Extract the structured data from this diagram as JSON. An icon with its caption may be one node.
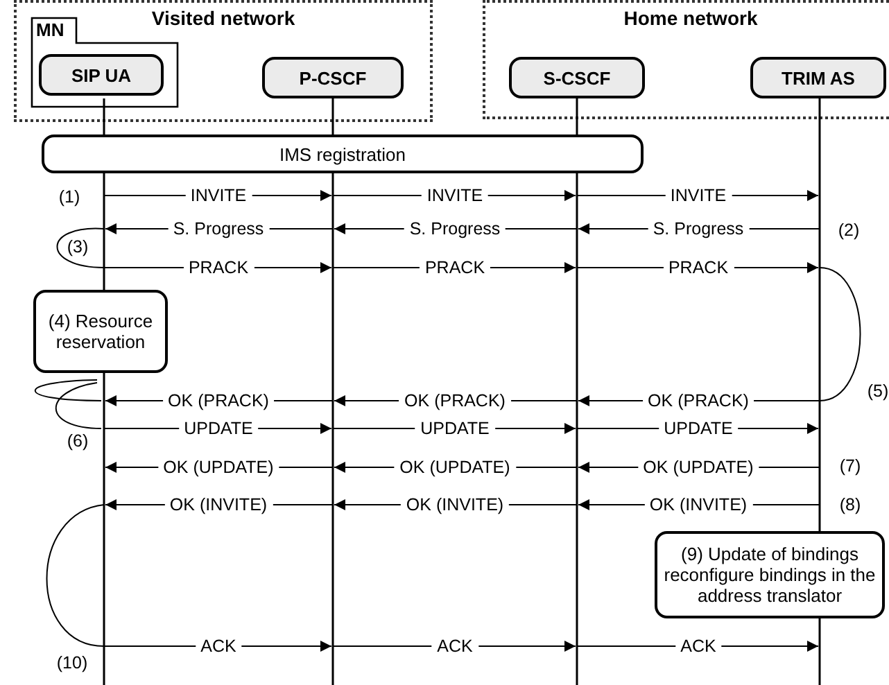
{
  "diagram": {
    "nodes": [
      {
        "text": [
          "Visited network"
        ]
      },
      {
        "text": [
          "MN"
        ],
        "in": 0
      },
      {
        "text": [
          "SIP UA"
        ],
        "in": 1
      },
      {
        "text": [
          "P-CSCF"
        ],
        "in": 0
      },
      {
        "text": [
          "Home network"
        ]
      },
      {
        "text": [
          "S-CSCF"
        ],
        "in": 4
      },
      {
        "text": [
          "TRIM AS"
        ],
        "in": 4
      },
      {
        "text": [
          "IMS registration"
        ]
      },
      {
        "text": [
          "(4) Resource reservation"
        ]
      },
      {
        "text": [
          "(9) Update of bindings reconfigure bindings in the address translator"
        ]
      },
      {
        "text": [],
        "shape": "line"
      },
      {
        "text": [],
        "shape": "line"
      },
      {
        "text": [],
        "shape": "line"
      },
      {
        "text": [],
        "shape": "line"
      }
    ],
    "edges": [
      {
        "from": 10,
        "to": 11,
        "arrow": "to",
        "label": "INVITE"
      },
      {
        "from": 11,
        "to": 12,
        "arrow": "to",
        "label": "INVITE"
      },
      {
        "from": 12,
        "to": 13,
        "arrow": "to",
        "label": "INVITE"
      },
      {
        "from": 11,
        "to": 10,
        "arrow": "to",
        "label": "S. Progress"
      },
      {
        "from": 12,
        "to": 11,
        "arrow": "to",
        "label": "S. Progress"
      },
      {
        "from": 13,
        "to": 12,
        "arrow": "to",
        "label": "S. Progress"
      },
      {
        "from": 10,
        "to": 11,
        "arrow": "to",
        "label": "PRACK"
      },
      {
        "from": 11,
        "to": 12,
        "arrow": "to",
        "label": "PRACK"
      },
      {
        "from": 12,
        "to": 13,
        "arrow": "to",
        "label": "PRACK"
      },
      {
        "from": 11,
        "to": 10,
        "arrow": "to",
        "label": "OK (PRACK)"
      },
      {
        "from": 12,
        "to": 11,
        "arrow": "to",
        "label": "OK (PRACK)"
      },
      {
        "from": 13,
        "to": 12,
        "arrow": "to",
        "label": "OK (PRACK)"
      },
      {
        "from": 10,
        "to": 11,
        "arrow": "to",
        "label": "UPDATE"
      },
      {
        "from": 11,
        "to": 12,
        "arrow": "to",
        "label": "UPDATE"
      },
      {
        "from": 12,
        "to": 13,
        "arrow": "to",
        "label": "UPDATE"
      },
      {
        "from": 11,
        "to": 10,
        "arrow": "to",
        "label": "OK (UPDATE)"
      },
      {
        "from": 12,
        "to": 11,
        "arrow": "to",
        "label": "OK (UPDATE)"
      },
      {
        "from": 13,
        "to": 12,
        "arrow": "to",
        "label": "OK (UPDATE)"
      },
      {
        "from": 11,
        "to": 10,
        "arrow": "to",
        "label": "OK (INVITE)"
      },
      {
        "from": 12,
        "to": 11,
        "arrow": "to",
        "label": "OK (INVITE)"
      },
      {
        "from": 13,
        "to": 12,
        "arrow": "to",
        "label": "OK (INVITE)"
      },
      {
        "from": 10,
        "to": 11,
        "arrow": "to",
        "label": "ACK"
      },
      {
        "from": 11,
        "to": 12,
        "arrow": "to",
        "label": "ACK"
      },
      {
        "from": 12,
        "to": 13,
        "arrow": "to",
        "label": "ACK"
      }
    ],
    "labels": [
      "(1)",
      "(2)",
      "(3)",
      "(5)",
      "(6)",
      "(7)",
      "(8)",
      "(10)"
    ]
  }
}
